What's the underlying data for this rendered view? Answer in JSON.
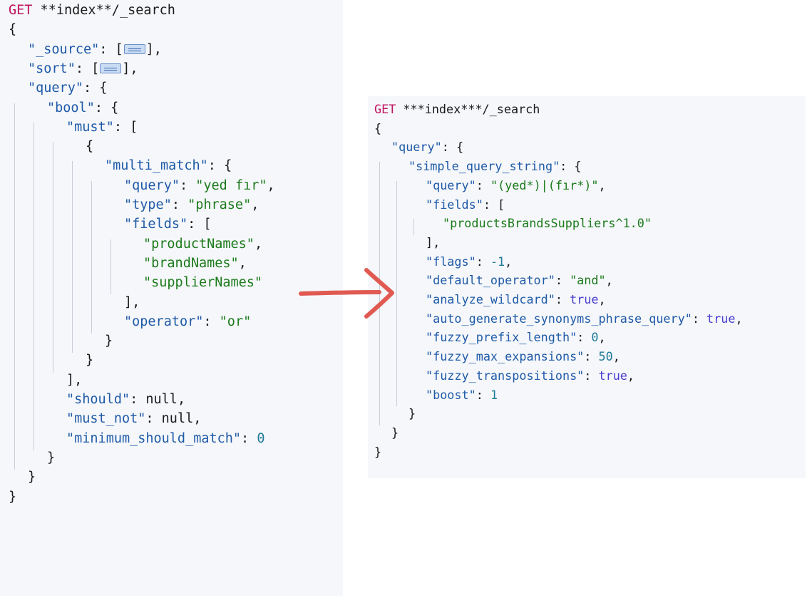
{
  "colors": {
    "panel_bg": "#f5f7fa",
    "method": "#c0135e",
    "key": "#1f5aa8",
    "string": "#1c7a1c",
    "number": "#1f7a99",
    "boolean": "#4a3fd0",
    "arrow": "#e05a52"
  },
  "left_panel": {
    "method": "GET",
    "path": "**index**/_search",
    "lines": [
      {
        "indent": 0,
        "tokens": [
          {
            "t": "method",
            "v": "GET"
          },
          {
            "t": "punct",
            "v": " **index**/_search"
          }
        ]
      },
      {
        "indent": 0,
        "tokens": [
          {
            "t": "punct",
            "v": "{"
          }
        ]
      },
      {
        "indent": 1,
        "tokens": [
          {
            "t": "key",
            "v": "\"_source\""
          },
          {
            "t": "punct",
            "v": ": ["
          },
          {
            "t": "icon",
            "v": "collapsed-icon"
          },
          {
            "t": "punct",
            "v": "],"
          }
        ]
      },
      {
        "indent": 1,
        "tokens": [
          {
            "t": "key",
            "v": "\"sort\""
          },
          {
            "t": "punct",
            "v": ": ["
          },
          {
            "t": "icon",
            "v": "collapsed-icon"
          },
          {
            "t": "punct",
            "v": "],"
          }
        ]
      },
      {
        "indent": 1,
        "tokens": [
          {
            "t": "key",
            "v": "\"query\""
          },
          {
            "t": "punct",
            "v": ": {"
          }
        ]
      },
      {
        "indent": 2,
        "tokens": [
          {
            "t": "key",
            "v": "\"bool\""
          },
          {
            "t": "punct",
            "v": ": {"
          }
        ]
      },
      {
        "indent": 3,
        "tokens": [
          {
            "t": "key",
            "v": "\"must\""
          },
          {
            "t": "punct",
            "v": ": ["
          }
        ]
      },
      {
        "indent": 4,
        "tokens": [
          {
            "t": "punct",
            "v": "{"
          }
        ]
      },
      {
        "indent": 5,
        "tokens": [
          {
            "t": "key",
            "v": "\"multi_match\""
          },
          {
            "t": "punct",
            "v": ": {"
          }
        ]
      },
      {
        "indent": 6,
        "tokens": [
          {
            "t": "key",
            "v": "\"query\""
          },
          {
            "t": "punct",
            "v": ": "
          },
          {
            "t": "string",
            "v": "\"yed fır\""
          },
          {
            "t": "punct",
            "v": ","
          }
        ]
      },
      {
        "indent": 6,
        "tokens": [
          {
            "t": "key",
            "v": "\"type\""
          },
          {
            "t": "punct",
            "v": ": "
          },
          {
            "t": "string",
            "v": "\"phrase\""
          },
          {
            "t": "punct",
            "v": ","
          }
        ]
      },
      {
        "indent": 6,
        "tokens": [
          {
            "t": "key",
            "v": "\"fields\""
          },
          {
            "t": "punct",
            "v": ": ["
          }
        ]
      },
      {
        "indent": 7,
        "tokens": [
          {
            "t": "string",
            "v": "\"productNames\""
          },
          {
            "t": "punct",
            "v": ","
          }
        ]
      },
      {
        "indent": 7,
        "tokens": [
          {
            "t": "string",
            "v": "\"brandNames\""
          },
          {
            "t": "punct",
            "v": ","
          }
        ]
      },
      {
        "indent": 7,
        "tokens": [
          {
            "t": "string",
            "v": "\"supplierNames\""
          }
        ]
      },
      {
        "indent": 6,
        "tokens": [
          {
            "t": "punct",
            "v": "],"
          }
        ]
      },
      {
        "indent": 6,
        "tokens": [
          {
            "t": "key",
            "v": "\"operator\""
          },
          {
            "t": "punct",
            "v": ": "
          },
          {
            "t": "string",
            "v": "\"or\""
          }
        ]
      },
      {
        "indent": 5,
        "tokens": [
          {
            "t": "punct",
            "v": "}"
          }
        ]
      },
      {
        "indent": 4,
        "tokens": [
          {
            "t": "punct",
            "v": "}"
          }
        ]
      },
      {
        "indent": 3,
        "tokens": [
          {
            "t": "punct",
            "v": "],"
          }
        ]
      },
      {
        "indent": 3,
        "tokens": [
          {
            "t": "key",
            "v": "\"should\""
          },
          {
            "t": "punct",
            "v": ": "
          },
          {
            "t": "null",
            "v": "null"
          },
          {
            "t": "punct",
            "v": ","
          }
        ]
      },
      {
        "indent": 3,
        "tokens": [
          {
            "t": "key",
            "v": "\"must_not\""
          },
          {
            "t": "punct",
            "v": ": "
          },
          {
            "t": "null",
            "v": "null"
          },
          {
            "t": "punct",
            "v": ","
          }
        ]
      },
      {
        "indent": 3,
        "tokens": [
          {
            "t": "key",
            "v": "\"minimum_should_match\""
          },
          {
            "t": "punct",
            "v": ": "
          },
          {
            "t": "number",
            "v": "0"
          }
        ]
      },
      {
        "indent": 2,
        "tokens": [
          {
            "t": "punct",
            "v": "}"
          }
        ]
      },
      {
        "indent": 1,
        "tokens": [
          {
            "t": "punct",
            "v": "}"
          }
        ]
      },
      {
        "indent": 0,
        "tokens": [
          {
            "t": "punct",
            "v": "}"
          }
        ]
      }
    ]
  },
  "right_panel": {
    "method": "GET",
    "path": "***index***/_search",
    "lines": [
      {
        "indent": 0,
        "tokens": [
          {
            "t": "method",
            "v": "GET"
          },
          {
            "t": "punct",
            "v": " ***index***/_search"
          }
        ]
      },
      {
        "indent": 0,
        "tokens": [
          {
            "t": "punct",
            "v": "{"
          }
        ]
      },
      {
        "indent": 1,
        "tokens": [
          {
            "t": "key",
            "v": "\"query\""
          },
          {
            "t": "punct",
            "v": ": {"
          }
        ]
      },
      {
        "indent": 2,
        "tokens": [
          {
            "t": "key",
            "v": "\"simple_query_string\""
          },
          {
            "t": "punct",
            "v": ": {"
          }
        ]
      },
      {
        "indent": 3,
        "tokens": [
          {
            "t": "key",
            "v": "\"query\""
          },
          {
            "t": "punct",
            "v": ": "
          },
          {
            "t": "string",
            "v": "\"(yed*)|(fır*)\""
          },
          {
            "t": "punct",
            "v": ","
          }
        ]
      },
      {
        "indent": 3,
        "tokens": [
          {
            "t": "key",
            "v": "\"fields\""
          },
          {
            "t": "punct",
            "v": ": ["
          }
        ]
      },
      {
        "indent": 4,
        "tokens": [
          {
            "t": "string",
            "v": "\"productsBrandsSuppliers^1.0\""
          }
        ]
      },
      {
        "indent": 3,
        "tokens": [
          {
            "t": "punct",
            "v": "],"
          }
        ]
      },
      {
        "indent": 3,
        "tokens": [
          {
            "t": "key",
            "v": "\"flags\""
          },
          {
            "t": "punct",
            "v": ": "
          },
          {
            "t": "number",
            "v": "-1"
          },
          {
            "t": "punct",
            "v": ","
          }
        ]
      },
      {
        "indent": 3,
        "tokens": [
          {
            "t": "key",
            "v": "\"default_operator\""
          },
          {
            "t": "punct",
            "v": ": "
          },
          {
            "t": "string",
            "v": "\"and\""
          },
          {
            "t": "punct",
            "v": ","
          }
        ]
      },
      {
        "indent": 3,
        "tokens": [
          {
            "t": "key",
            "v": "\"analyze_wildcard\""
          },
          {
            "t": "punct",
            "v": ": "
          },
          {
            "t": "boolean",
            "v": "true"
          },
          {
            "t": "punct",
            "v": ","
          }
        ]
      },
      {
        "indent": 3,
        "tokens": [
          {
            "t": "key",
            "v": "\"auto_generate_synonyms_phrase_query\""
          },
          {
            "t": "punct",
            "v": ": "
          },
          {
            "t": "boolean",
            "v": "true"
          },
          {
            "t": "punct",
            "v": ","
          }
        ]
      },
      {
        "indent": 3,
        "tokens": [
          {
            "t": "key",
            "v": "\"fuzzy_prefix_length\""
          },
          {
            "t": "punct",
            "v": ": "
          },
          {
            "t": "number",
            "v": "0"
          },
          {
            "t": "punct",
            "v": ","
          }
        ]
      },
      {
        "indent": 3,
        "tokens": [
          {
            "t": "key",
            "v": "\"fuzzy_max_expansions\""
          },
          {
            "t": "punct",
            "v": ": "
          },
          {
            "t": "number",
            "v": "50"
          },
          {
            "t": "punct",
            "v": ","
          }
        ]
      },
      {
        "indent": 3,
        "tokens": [
          {
            "t": "key",
            "v": "\"fuzzy_transpositions\""
          },
          {
            "t": "punct",
            "v": ": "
          },
          {
            "t": "boolean",
            "v": "true"
          },
          {
            "t": "punct",
            "v": ","
          }
        ]
      },
      {
        "indent": 3,
        "tokens": [
          {
            "t": "key",
            "v": "\"boost\""
          },
          {
            "t": "punct",
            "v": ": "
          },
          {
            "t": "number",
            "v": "1"
          }
        ]
      },
      {
        "indent": 2,
        "tokens": [
          {
            "t": "punct",
            "v": "}"
          }
        ]
      },
      {
        "indent": 1,
        "tokens": [
          {
            "t": "punct",
            "v": "}"
          }
        ]
      },
      {
        "indent": 0,
        "tokens": [
          {
            "t": "punct",
            "v": "}"
          }
        ]
      }
    ]
  }
}
